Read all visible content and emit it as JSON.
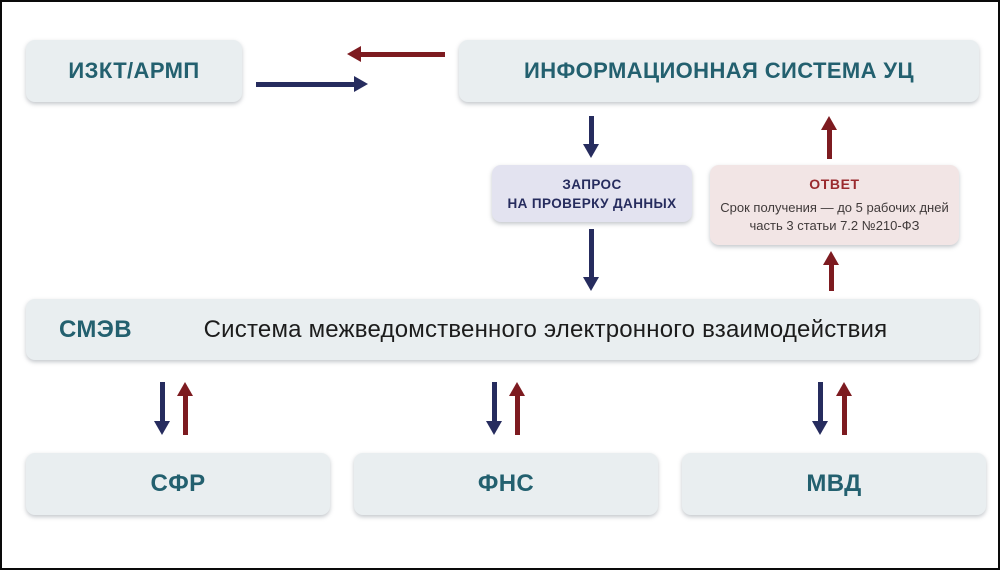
{
  "colors": {
    "navy": "#262c5e",
    "red_arrow": "#7d1b20",
    "red_title": "#9a2a2e",
    "teal": "#23606f",
    "box_bg": "#e9eef0",
    "request_bg": "#e3e3f0",
    "response_bg": "#f2e5e5",
    "body_text": "#403a3a"
  },
  "nodes": {
    "izkt": {
      "label": "ИЗКТ/АРМП"
    },
    "is_uc": {
      "label": "ИНФОРМАЦИОННАЯ СИСТЕМА УЦ"
    },
    "request": {
      "line1": "ЗАПРОС",
      "line2": "НА ПРОВЕРКУ ДАННЫХ"
    },
    "response": {
      "title": "ОТВЕТ",
      "line1": "Срок получения — до 5 рабочих дней",
      "line2": "часть 3 статьи 7.2 №210-ФЗ"
    },
    "smev": {
      "abbr": "СМЭВ",
      "description": "Система межведомственного электронного взаимодействия"
    },
    "agencies": [
      {
        "label": "СФР"
      },
      {
        "label": "ФНС"
      },
      {
        "label": "МВД"
      }
    ]
  }
}
